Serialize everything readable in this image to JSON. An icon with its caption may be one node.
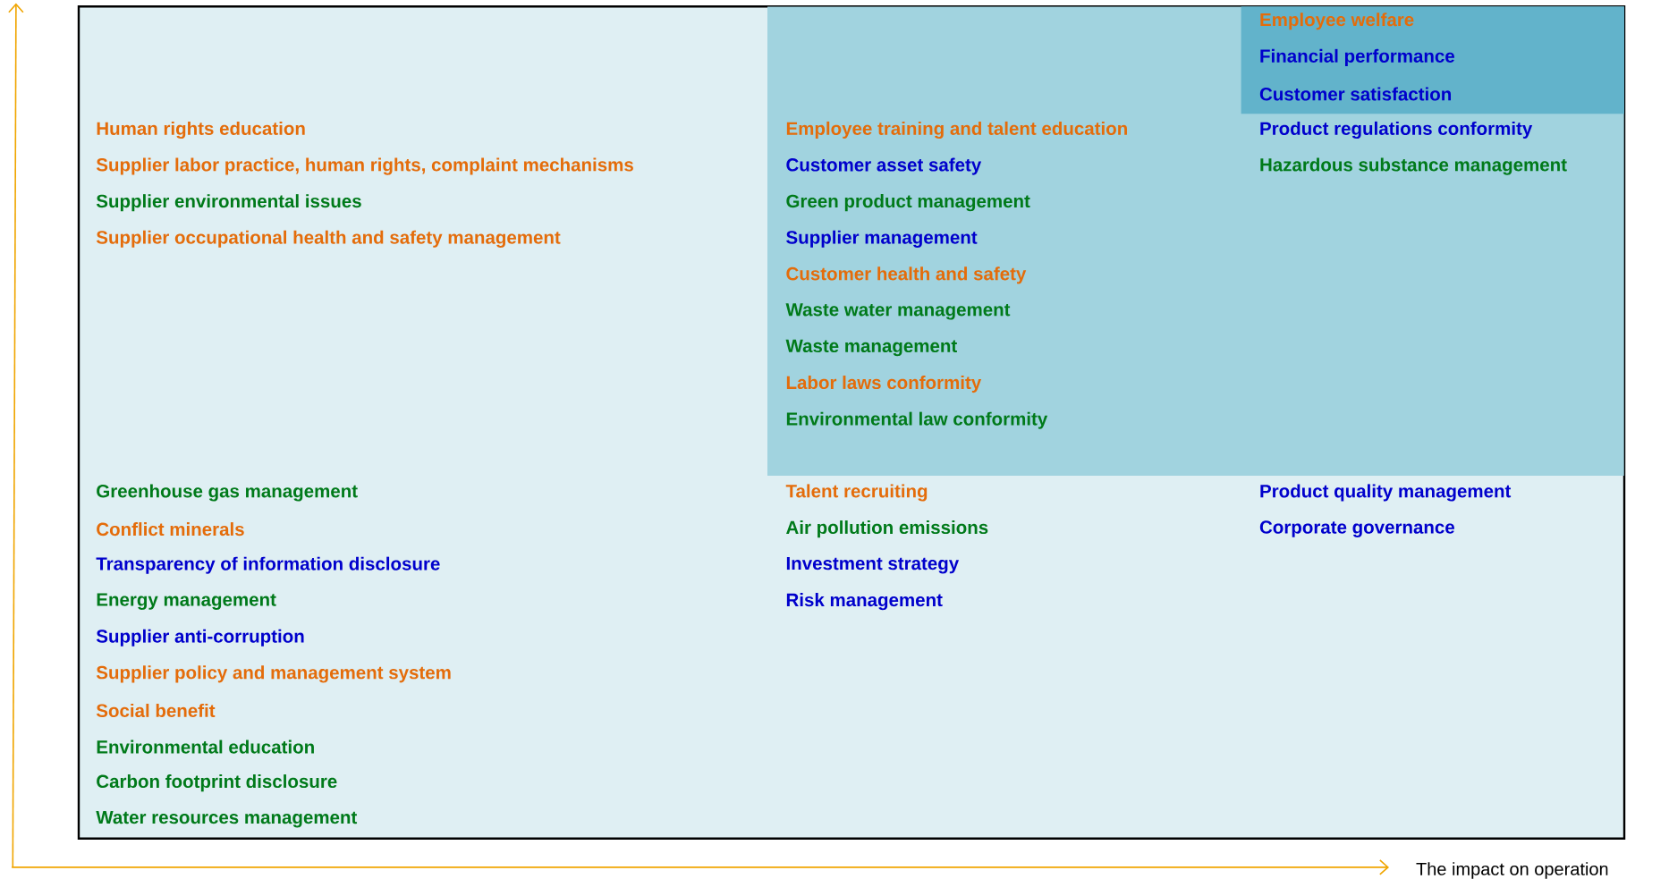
{
  "diagram": {
    "nodes": [
      {
        "text": [
          "Human rights education",
          "Supplier labor practice, human rights, complaint mechanisms",
          "Supplier environmental issues",
          "Supplier occupational health and safety management",
          "Greenhouse gas management",
          "Conflict minerals",
          "Transparency of information disclosure",
          "Energy management",
          "Supplier anti-corruption",
          "Supplier policy and management system",
          "Social benefit",
          "Environmental education",
          "Carbon footprint disclosure",
          "Water resources management",
          "Talent recruiting",
          "Air pollution emissions",
          "Investment strategy",
          "Risk management",
          "Product quality management",
          "Corporate governance"
        ]
      },
      {
        "text": [
          "Employee training and talent education",
          "Customer asset safety",
          "Green product management",
          "Supplier management",
          "Customer health and safety",
          "Waste water management",
          "Waste management",
          "Labor laws conformity",
          "Environmental law conformity",
          "Product regulations conformity",
          "Hazardous substance management"
        ],
        "in": 0
      },
      {
        "text": [
          "Employee welfare",
          "Financial performance",
          "Customer satisfaction"
        ],
        "in": 1
      }
    ],
    "labels": [
      "The impact on operation"
    ]
  }
}
